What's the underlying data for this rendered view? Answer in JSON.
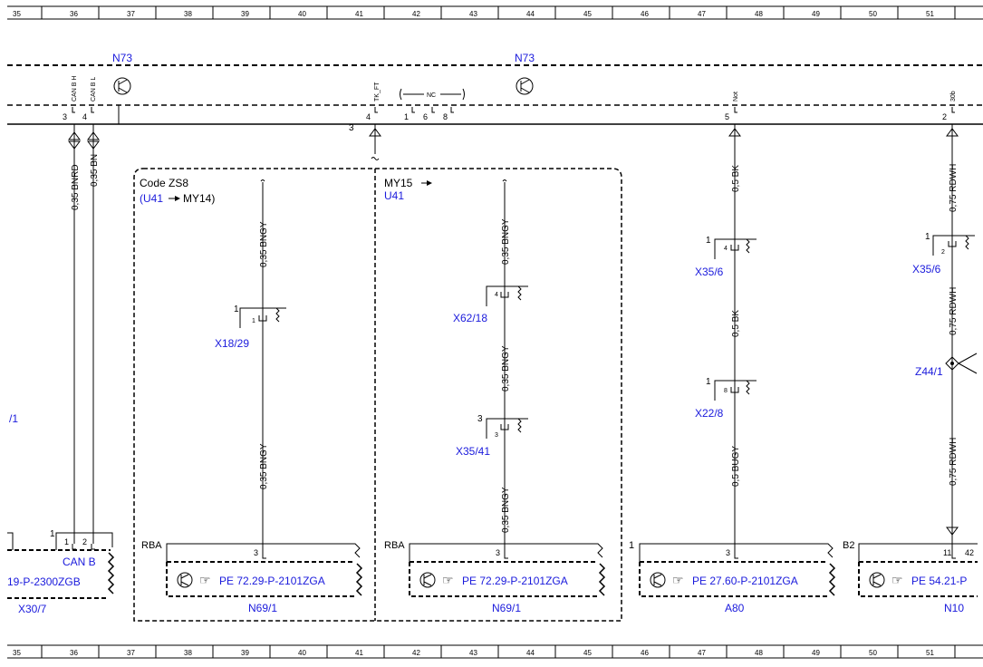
{
  "ruler": {
    "top": [
      "35",
      "36",
      "37",
      "38",
      "39",
      "40",
      "41",
      "42",
      "43",
      "44",
      "45",
      "46",
      "47",
      "48",
      "49",
      "50",
      "51"
    ],
    "bottom": [
      "35",
      "36",
      "37",
      "38",
      "39",
      "40",
      "41",
      "42",
      "43",
      "44",
      "45",
      "46",
      "47",
      "48",
      "49",
      "50",
      "51"
    ]
  },
  "n73": {
    "label_left": "N73",
    "label_right": "N73"
  },
  "connector_top": {
    "pin_can_h_label": "CAN B H",
    "pin_can_l_label": "CAN B L",
    "pin_tk_label": "TK_FT",
    "pin_not_label": "Not",
    "pin_30b_label": "30b",
    "nc_label": "NC",
    "pins": [
      "3",
      "4",
      "4",
      "1",
      "6",
      "8",
      "5",
      "2"
    ],
    "branch_label": "3"
  },
  "wires": {
    "can_h": "0,35 BNRD",
    "can_l": "0,35 BN",
    "zs8_a": "0,35 BNGY",
    "zs8_b": "0,35 BNGY",
    "my15_a": "0,35 BNGY",
    "my15_b": "0,35 BNGY",
    "my15_c": "0,35 BNGY",
    "a80_a": "0,5 BK",
    "a80_b": "0,5 BK",
    "a80_c": "0,5 BUGY",
    "n10_a": "0,75 RDWH",
    "n10_b": "0,75 RDWH",
    "n10_c": "0,75 RDWH"
  },
  "boxes": {
    "zs8_title": "Code ZS8",
    "zs8_sub_a": "(U41",
    "zs8_sub_b": "MY14)",
    "my15_title": "MY15",
    "my15_sub": "U41"
  },
  "connectors": {
    "x18_29": {
      "label": "X18/29",
      "pin_outer": "1",
      "pin_inner": "1"
    },
    "x62_18": {
      "label": "X62/18",
      "pin_inner": "4"
    },
    "x35_41": {
      "label": "X35/41",
      "pin_outer": "3",
      "pin_inner": "3"
    },
    "x35_6_a": {
      "label": "X35/6",
      "pin_outer": "1",
      "pin_inner": "4"
    },
    "x22_8": {
      "label": "X22/8",
      "pin_outer": "1",
      "pin_inner": "8"
    },
    "x35_6_b": {
      "label": "X35/6",
      "pin_outer": "1",
      "pin_inner": "2"
    },
    "z44_1": {
      "label": "Z44/1"
    }
  },
  "modules": {
    "x30_7": {
      "label": "X30/7",
      "ref": "19-P-2300ZGB",
      "can": "CAN B",
      "pin1": "1",
      "pin2": "2",
      "pin_outer": "1"
    },
    "n69_1_a": {
      "label": "N69/1",
      "ref": "PE 72.29-P-2101ZGA",
      "tag": "RBA",
      "pin": "3"
    },
    "n69_1_b": {
      "label": "N69/1",
      "ref": "PE 72.29-P-2101ZGA",
      "tag": "RBA",
      "pin": "3"
    },
    "a80": {
      "label": "A80",
      "ref": "PE 27.60-P-2101ZGA",
      "tag": "1",
      "pin": "3"
    },
    "n10": {
      "label": "N10",
      "ref": "PE 54.21-P",
      "tag": "B2",
      "pin": "11",
      "pin2": "42"
    }
  },
  "edge_label": "/1"
}
